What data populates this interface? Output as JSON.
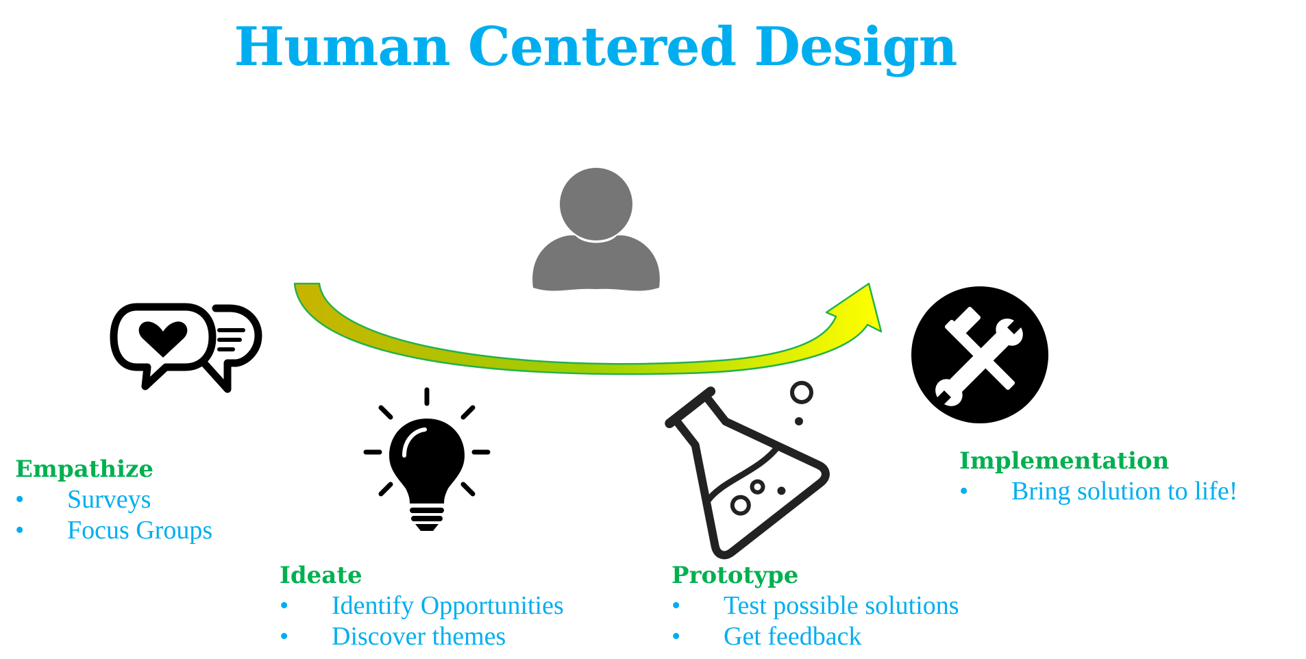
{
  "title": "Human Centered Design",
  "stages": [
    {
      "heading": "Empathize",
      "items": [
        "Surveys",
        "Focus Groups"
      ],
      "icon": "speech-bubbles-heart-icon"
    },
    {
      "heading": "Ideate",
      "items": [
        "Identify Opportunities",
        "Discover themes"
      ],
      "icon": "lightbulb-icon"
    },
    {
      "heading": "Prototype",
      "items": [
        "Test possible solutions",
        "Get feedback"
      ],
      "icon": "flask-icon"
    },
    {
      "heading": "Implementation",
      "items": [
        "Bring solution to life!"
      ],
      "icon": "tools-icon"
    }
  ],
  "bullet": "•",
  "colors": {
    "title": "#00aeef",
    "heading": "#00b050",
    "item": "#00aeef",
    "person": "#767676",
    "arrow_start": "#c8b400",
    "arrow_end": "#ffff00",
    "arrow_outline": "#22b14c"
  }
}
